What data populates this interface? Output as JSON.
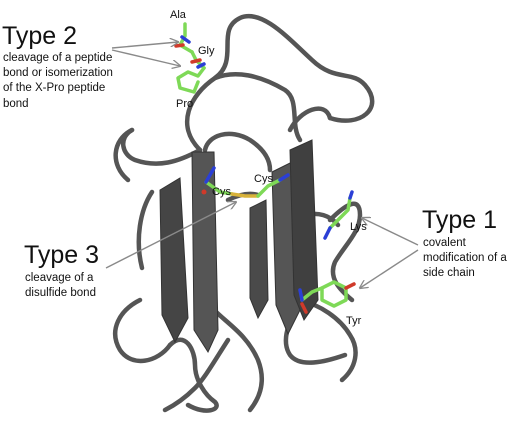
{
  "annotations": {
    "type2": {
      "title": "Type 2",
      "desc_lines": [
        "cleavage of a peptide",
        "bond or isomerization",
        "of the X-Pro peptide",
        "bond"
      ]
    },
    "type3": {
      "title": "Type 3",
      "desc_lines": [
        "cleavage of a",
        "disulfide bond"
      ]
    },
    "type1": {
      "title": "Type 1",
      "desc_lines": [
        "covalent",
        "modification of a",
        "side chain"
      ]
    }
  },
  "residues": {
    "ala": "Ala",
    "gly": "Gly",
    "pro": "Pro",
    "cys_left": "Cys",
    "cys_right": "Cys",
    "lys": "Lys",
    "tyr": "Tyr"
  },
  "colors": {
    "ribbon": "#555555",
    "ribbon_dark": "#3a3a3a",
    "carbon": "#7ed957",
    "nitrogen": "#2b3fd6",
    "oxygen": "#d03a2a",
    "sulfur": "#d8b23a",
    "arrow": "#8a8a8a"
  }
}
